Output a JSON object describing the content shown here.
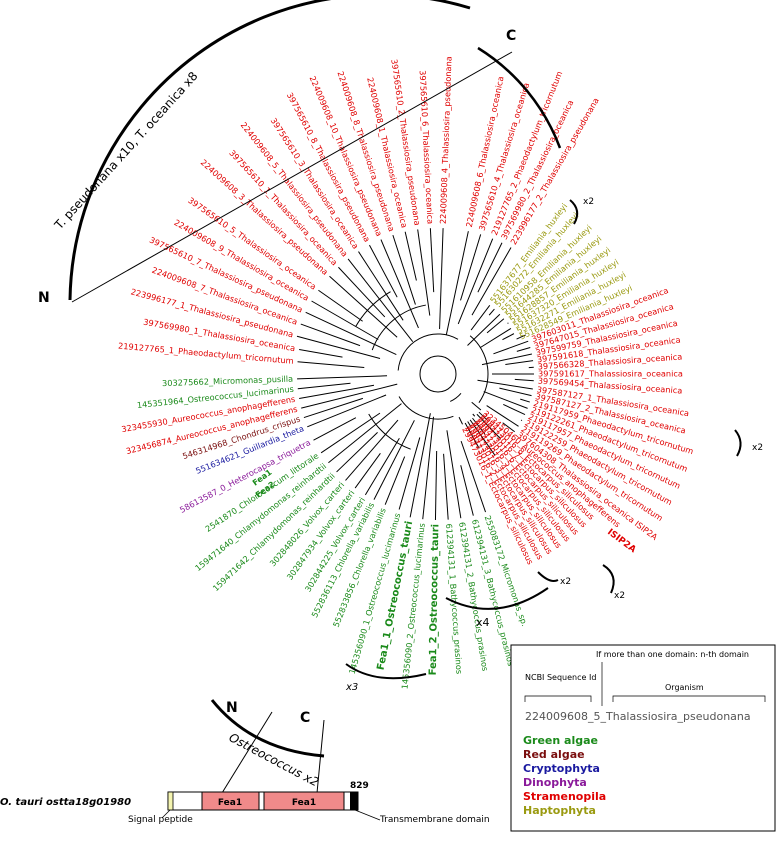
{
  "colors": {
    "green_algae": "#1a8a1a",
    "red_algae": "#7a0e0e",
    "cryptophyta": "#1a1aa0",
    "dinophyta": "#8a1a9a",
    "stramenopila": "#e00000",
    "haptophyta": "#9a9a10",
    "branch": "#000000"
  },
  "tree_leaves": [
    {
      "label": "224009608_6_Thalassiosira_oceanica",
      "group": "stramenopila",
      "angle": -78
    },
    {
      "label": "397565610_4_Thalassiosira_oceanica",
      "group": "stramenopila",
      "angle": -73
    },
    {
      "label": "219127765_2_Phaeodactylum_tricornutum",
      "group": "stramenopila",
      "angle": -68
    },
    {
      "label": "397569980_2_Thalassiosira_oceanica",
      "group": "stramenopila",
      "angle": -64
    },
    {
      "label": "223996177_2_Thalassiosira_pseudonana",
      "group": "stramenopila",
      "angle": -60
    },
    {
      "label": "224009608_4_Thalassiosira_pseudonana",
      "group": "stramenopila",
      "angle": -88
    },
    {
      "label": "397565610_6_Thalassiosira_oceanica",
      "group": "stramenopila",
      "angle": -93
    },
    {
      "label": "397565610_2_Thalassiosira_pseudonana",
      "group": "stramenopila",
      "angle": -98
    },
    {
      "label": "224009608_1_Thalassiosira_oceanica",
      "group": "stramenopila",
      "angle": -103
    },
    {
      "label": "224009608_8_Thalassiosira_pseudonana",
      "group": "stramenopila",
      "angle": -108
    },
    {
      "label": "224009608_10_Thalassiosira_pseudonana",
      "group": "stramenopila",
      "angle": -113
    },
    {
      "label": "397565610_8_Thalassiosira_pseudonana",
      "group": "stramenopila",
      "angle": -118
    },
    {
      "label": "397565610_3_Thalassiosira_oceanica",
      "group": "stramenopila",
      "angle": -123
    },
    {
      "label": "224009608_5_Thalassiosira_pseudonana",
      "group": "stramenopila",
      "angle": -128
    },
    {
      "label": "397565610_1_Thalassiosira_oceanica",
      "group": "stramenopila",
      "angle": -133
    },
    {
      "label": "224009608_3_Thalassiosira_pseudonana",
      "group": "stramenopila",
      "angle": -138
    },
    {
      "label": "397565610_5_Thalassiosira_oceanica",
      "group": "stramenopila",
      "angle": -145
    },
    {
      "label": "224009608_9_Thalassiosira_oceanica",
      "group": "stramenopila",
      "angle": -150
    },
    {
      "label": "397565610_7_Thalassiosira_pseudonana",
      "group": "stramenopila",
      "angle": -155
    },
    {
      "label": "224009608_7_Thalassiosira_oceanica",
      "group": "stramenopila",
      "angle": -160
    },
    {
      "label": "223996177_1_Thalassiosira_pseudonana",
      "group": "stramenopila",
      "angle": -165
    },
    {
      "label": "397569980_1_Thalassiosira_oceanica",
      "group": "stramenopila",
      "angle": -170
    },
    {
      "label": "219127765_1_Phaeodactylum_tricornutum",
      "group": "stramenopila",
      "angle": -175
    },
    {
      "label": "303275662_Micromonas_pusilla",
      "group": "green_algae",
      "angle": 178
    },
    {
      "label": "145351964_Ostreococcus_lucimarinus",
      "group": "green_algae",
      "angle": 174
    },
    {
      "label": "323455930_Aureococcus_anophagefferens",
      "group": "stramenopila",
      "angle": 170
    },
    {
      "label": "323456874_Aureococcus_anophagefferens",
      "group": "stramenopila",
      "angle": 166
    },
    {
      "label": "546314968_Chondrus_crispus",
      "group": "red_algae",
      "angle": 162
    },
    {
      "label": "551634621_Guillardia_theta",
      "group": "cryptophyta",
      "angle": 158
    },
    {
      "label": "58613587_0_Heterocapsa_triquetra",
      "group": "dinophyta",
      "angle": 152
    },
    {
      "label": "2541870_Chlorococcum_littorale",
      "group": "green_algae",
      "angle": 146
    },
    {
      "label": "159471640_Chlamydomonas_reinhardtii",
      "group": "green_algae",
      "angle": 141
    },
    {
      "label": "159471642_Chlamydomonas_reinhardtii",
      "group": "green_algae",
      "angle": 136
    },
    {
      "label": "302848026_Volvox_carteri",
      "group": "green_algae",
      "angle": 131
    },
    {
      "label": "302847934_Volvox_carteri",
      "group": "green_algae",
      "angle": 126
    },
    {
      "label": "302844225_Volvox_carteri",
      "group": "green_algae",
      "angle": 121
    },
    {
      "label": "552836113_Chlorella_variabilis",
      "group": "green_algae",
      "angle": 117
    },
    {
      "label": "552833856_Chlorella_variabilis",
      "group": "green_algae",
      "angle": 112
    },
    {
      "label": "145356090_1_Ostreococcus_lucimarinus",
      "group": "green_algae",
      "angle": 106
    },
    {
      "label": "145356090_2_Ostreococcus_lucimarinus",
      "group": "green_algae",
      "angle": 96
    },
    {
      "label": "612394131_1_Bathycoccus_prasinos",
      "group": "green_algae",
      "angle": 86
    },
    {
      "label": "612394131_2_Bathycoccus_prasinos",
      "group": "green_algae",
      "angle": 81
    },
    {
      "label": "612394131_3_Bathycoccus_prasinos",
      "group": "green_algae",
      "angle": 76
    },
    {
      "label": "255083172_Micromonas_sp.",
      "group": "green_algae",
      "angle": 71
    },
    {
      "label": "299473016_1_Ectocarpus_siliculosus",
      "group": "stramenopila",
      "angle": 64
    },
    {
      "label": "299473016_2_Ectocarpus_siliculosus",
      "group": "stramenopila",
      "angle": 61
    },
    {
      "label": "299473016_3_Ectocarpus_siliculosus",
      "group": "stramenopila",
      "angle": 58
    },
    {
      "label": "299473016_4_Ectocarpus_siliculosus",
      "group": "stramenopila",
      "angle": 55
    },
    {
      "label": "299473016_5_Ectocarpus_siliculosus",
      "group": "stramenopila",
      "angle": 52
    },
    {
      "label": "299473016_6_Ectocarpus_siliculosus",
      "group": "stramenopila",
      "angle": 49
    },
    {
      "label": "299473016_7_Ectocarpus_siliculosus",
      "group": "stramenopila",
      "angle": 46
    },
    {
      "label": "299473016_8_Ectocarpus_siliculosus",
      "group": "stramenopila",
      "angle": 43
    },
    {
      "label": "323450460_Aureococcus_anophagefferens",
      "group": "stramenopila",
      "angle": 40
    },
    {
      "label": "397604308_Thalassiosira_oceanica ISIP2A",
      "group": "stramenopila",
      "angle": 37
    },
    {
      "label": "219119269_Phaeodactylum_tricornutum",
      "group": "stramenopila",
      "angle": 33
    },
    {
      "label": "219122259_Phaeodactylum_tricornutum",
      "group": "stramenopila",
      "angle": 29
    },
    {
      "label": "219117957_Phaeodactylum_tricornutum",
      "group": "stramenopila",
      "angle": 25
    },
    {
      "label": "219122261_Phaeodactylum_tricornutum",
      "group": "stramenopila",
      "angle": 21
    },
    {
      "label": "219117959_Phaeodactylum_tricornutum",
      "group": "stramenopila",
      "angle": 17
    },
    {
      "label": "397587127_2_Thalassiosira_oceanica",
      "group": "stramenopila",
      "angle": 13
    },
    {
      "label": "397587127_1_Thalassiosira_oceanica",
      "group": "stramenopila",
      "angle": 9
    },
    {
      "label": "397569454_Thalassiosira_oceanica",
      "group": "stramenopila",
      "angle": 4
    },
    {
      "label": "397591617_Thalassiosira_oceanica",
      "group": "stramenopila",
      "angle": 0
    },
    {
      "label": "397566328_Thalassiosira_oceanica",
      "group": "stramenopila",
      "angle": -4
    },
    {
      "label": "397591618_Thalassiosira_oceanica",
      "group": "stramenopila",
      "angle": -8
    },
    {
      "label": "397599759_Thalassiosira_oceanica",
      "group": "stramenopila",
      "angle": -12
    },
    {
      "label": "397647015_Thalassiosira_oceanica",
      "group": "stramenopila",
      "angle": -16
    },
    {
      "label": "397603011_Thalassiosira_oceanica",
      "group": "stramenopila",
      "angle": -20
    },
    {
      "label": "551628549_Emiliania_huxleyi",
      "group": "haptophyta",
      "angle": -24
    },
    {
      "label": "551632271_Emiliania_huxleyi",
      "group": "haptophyta",
      "angle": -28
    },
    {
      "label": "551637320_Emiliania_huxleyi",
      "group": "haptophyta",
      "angle": -32
    },
    {
      "label": "551628857_Emiliania_huxleyi",
      "group": "haptophyta",
      "angle": -36
    },
    {
      "label": "551644285_Emiliania_huxleyi",
      "group": "haptophyta",
      "angle": -40
    },
    {
      "label": "551610958_Emiliania_huxleyi",
      "group": "haptophyta",
      "angle": -44
    },
    {
      "label": "551630272_Emiliania_huxleyi",
      "group": "haptophyta",
      "angle": -49
    },
    {
      "label": "551637677_Emiliania_huxleyi",
      "group": "haptophyta",
      "angle": -53
    }
  ],
  "bold_leaves": [
    {
      "label": "Fea1_1_Ostreococcus_tauri",
      "group": "green_algae",
      "angle": 101
    },
    {
      "label": "Fea1_2_Ostreococcus_tauri",
      "group": "green_algae",
      "angle": 91
    }
  ],
  "fea_tags": [
    {
      "label": "Fea1",
      "group": "green_algae"
    },
    {
      "label": "Fea2",
      "group": "green_algae"
    }
  ],
  "annotations": {
    "top_arc": "T. pseudonana x10, T. oceanica x8",
    "N_top": "N",
    "C_top": "C",
    "N_bottom": "N",
    "C_bottom": "C",
    "ostreococcus": "Ostreococcus x2",
    "x2_a": "x2",
    "x2_b": "x2",
    "x2_c": "x2",
    "x2_d": "x2",
    "x4": "x4",
    "x3": "x3",
    "isip": "ISIP2A"
  },
  "domain_diagram": {
    "protein": "O. tauri ostta18g01980",
    "domain1": "Fea1",
    "domain2": "Fea1",
    "length": "829",
    "signal": "Signal peptide",
    "tm": "Transmembrane domain"
  },
  "legend": {
    "header": "If more than one domain: n-th domain",
    "ncbi": "NCBI Sequence Id",
    "organism": "Organism",
    "example_id": "224009608_5_",
    "example_org": "Thalassiosira_pseudonana",
    "items": [
      {
        "label": "Green algae",
        "group": "green_algae"
      },
      {
        "label": "Red algae",
        "group": "red_algae"
      },
      {
        "label": "Cryptophyta",
        "group": "cryptophyta"
      },
      {
        "label": "Dinophyta",
        "group": "dinophyta"
      },
      {
        "label": "Stramenopila",
        "group": "stramenopila"
      },
      {
        "label": "Haptophyta",
        "group": "haptophyta"
      }
    ]
  }
}
